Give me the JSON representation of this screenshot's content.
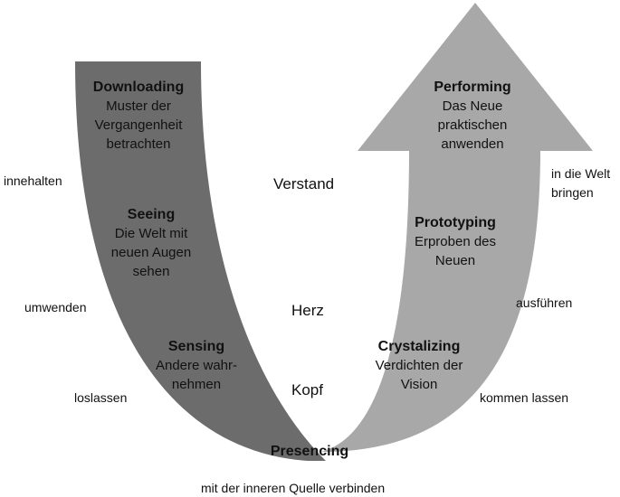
{
  "colors": {
    "left_arm": "#6c6c6c",
    "right_arm": "#a8a8a8",
    "background": "#ffffff",
    "text": "#111111"
  },
  "stages": {
    "downloading": {
      "title": "Downloading",
      "lines": [
        "Muster der",
        "Vergangenheit",
        "betrachten"
      ]
    },
    "seeing": {
      "title": "Seeing",
      "lines": [
        "Die Welt mit",
        "neuen Augen",
        "sehen"
      ]
    },
    "sensing": {
      "title": "Sensing",
      "lines": [
        "Andere wahr-",
        "nehmen"
      ]
    },
    "presencing": {
      "title": "Presencing"
    },
    "crystalizing": {
      "title": "Crystalizing",
      "lines": [
        "Verdichten der",
        "Vision"
      ]
    },
    "prototyping": {
      "title": "Prototyping",
      "lines": [
        "Erproben des",
        "Neuen"
      ]
    },
    "performing": {
      "title": "Performing",
      "lines": [
        "Das Neue",
        "praktischen",
        "anwenden"
      ]
    }
  },
  "left_labels": [
    "innehalten",
    "umwenden",
    "loslassen"
  ],
  "right_labels": [
    "in die Welt",
    "bringen",
    "ausführen",
    "kommen lassen"
  ],
  "center_labels": [
    "Verstand",
    "Herz",
    "Kopf"
  ],
  "bottom_label": "mit der inneren Quelle verbinden"
}
